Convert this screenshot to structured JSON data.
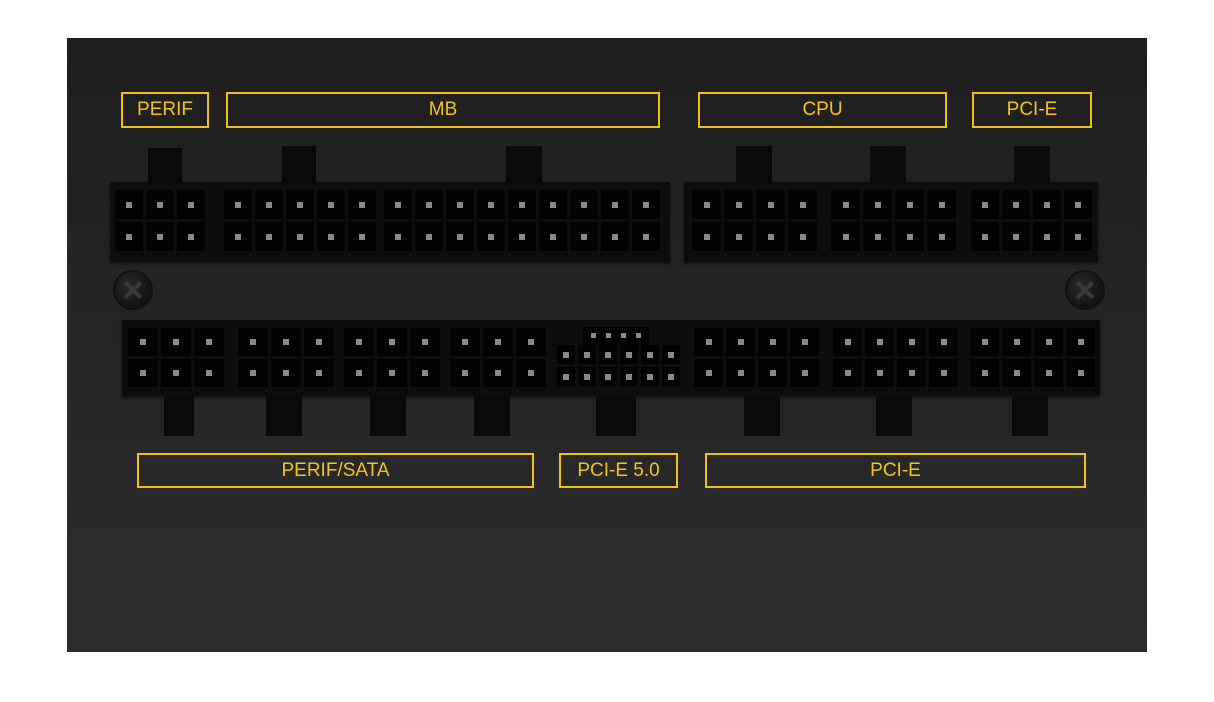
{
  "colors": {
    "label_border": "#f0bf16",
    "label_text": "#f3c21a",
    "panel": "#242424"
  },
  "top_labels": [
    {
      "text": "PERIF"
    },
    {
      "text": "MB"
    },
    {
      "text": "CPU"
    },
    {
      "text": "PCI-E"
    }
  ],
  "bottom_labels": [
    {
      "text": "PERIF/SATA"
    },
    {
      "text": "PCI-E 5.0"
    },
    {
      "text": "PCI-E"
    }
  ]
}
